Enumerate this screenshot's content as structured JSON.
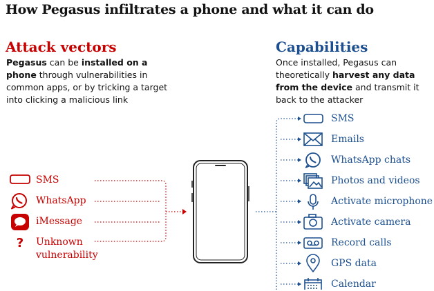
{
  "title": "How Pegasus infiltrates a phone and what it can do",
  "attack": {
    "heading": "Attack vectors",
    "text": [
      "Pegasus",
      " can be ",
      "installed on a phone",
      " through vulnerabilities in common apps, or by tricking a target into clicking a malicious link"
    ],
    "vectors": [
      {
        "label": "SMS",
        "icon": "sms-bubble-icon"
      },
      {
        "label": "WhatsApp",
        "icon": "whatsapp-icon"
      },
      {
        "label": "iMessage",
        "icon": "imessage-icon"
      },
      {
        "label": "Unknown",
        "label2": "vulnerability",
        "icon": "question-mark-icon"
      }
    ]
  },
  "capabilities": {
    "heading": "Capabilities",
    "text": [
      "Once installed, Pegasus can theoretically ",
      "harvest any data from the device",
      " and transmit it back to the attacker"
    ],
    "items": [
      {
        "label": "SMS",
        "icon": "sms-icon"
      },
      {
        "label": "Emails",
        "icon": "envelope-icon"
      },
      {
        "label": "WhatsApp chats",
        "icon": "whatsapp-icon"
      },
      {
        "label": "Photos and videos",
        "icon": "photos-icon"
      },
      {
        "label": "Activate microphone",
        "icon": "microphone-icon"
      },
      {
        "label": "Activate camera",
        "icon": "camera-icon"
      },
      {
        "label": "Record calls",
        "icon": "voicemail-icon"
      },
      {
        "label": "GPS data",
        "icon": "location-pin-icon"
      },
      {
        "label": "Calendar",
        "icon": "calendar-icon"
      }
    ]
  },
  "colors": {
    "attack": "#c70000",
    "capabilities": "#1c4f8f",
    "text": "#121212",
    "phone": "#222222"
  }
}
